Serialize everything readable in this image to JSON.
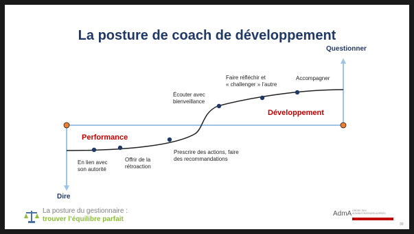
{
  "title": "La posture de coach de développement",
  "axis": {
    "top_label": "Questionner",
    "bottom_label": "Dire"
  },
  "zones": {
    "left": "Performance",
    "right": "Développement"
  },
  "steps": [
    {
      "label": "En lien avec son autorité",
      "lines": [
        "En lien avec",
        "son autorité"
      ]
    },
    {
      "label": "Offrir de la rétroaction",
      "lines": [
        "Offrir de la",
        "rétroaction"
      ]
    },
    {
      "label": "Prescrire des actions, faire des recommandations",
      "lines": [
        "Prescrire des actions, faire",
        "des recommandations"
      ]
    },
    {
      "label": "Écouter avec bienveillance",
      "lines": [
        "Écouter avec",
        "bienveillance"
      ]
    },
    {
      "label": "Faire réfléchir et « challenger » l’autre",
      "lines": [
        "Faire réfléchir et",
        "« challenger » l’autre"
      ]
    },
    {
      "label": "Accompagner",
      "lines": [
        "Accompagner"
      ]
    }
  ],
  "footer": {
    "line1": "La posture du gestionnaire :",
    "line2": "trouver l’équilibre parfait",
    "brand": "AdmA",
    "brand_small_1": "ORDRE DES",
    "brand_small_2": "ADMINISTRATEURS AGRÉÉS",
    "page": "39"
  },
  "colors": {
    "title": "#1f3864",
    "axis": "#9dc3e6",
    "curve": "#1f1f1f",
    "marker": "#1f3864",
    "endpoint": "#ed7d31",
    "zone_label": "#c00000",
    "footer_accent": "#8bbd3a"
  }
}
